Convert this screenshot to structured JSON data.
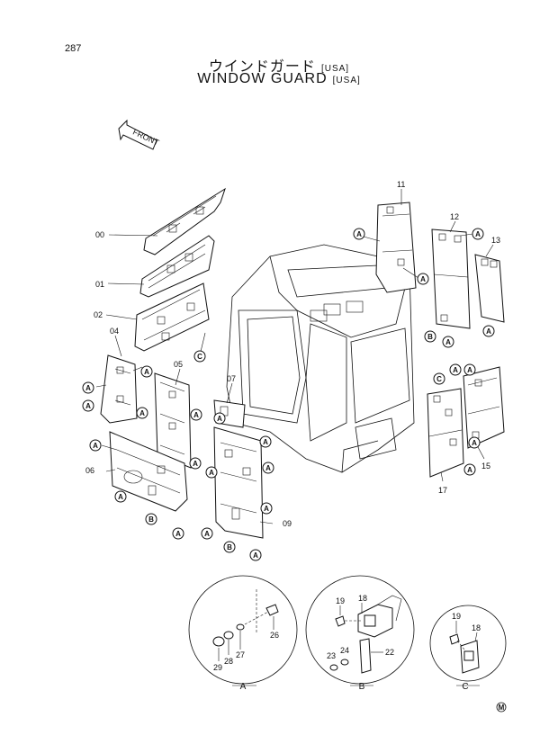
{
  "page_number": "287",
  "title_jp": "ウインドガード",
  "title_en": "WINDOW  GUARD",
  "region_tag": "[USA]",
  "front_label": "FRONT",
  "part_numbers": {
    "p00": "00",
    "p01": "01",
    "p02": "02",
    "p04": "04",
    "p05": "05",
    "p06": "06",
    "p07": "07",
    "p09": "09",
    "p11": "11",
    "p12": "12",
    "p13": "13",
    "p15": "15",
    "p17": "17",
    "p18a": "18",
    "p18b": "18",
    "p19a": "19",
    "p19b": "19",
    "p22": "22",
    "p23": "23",
    "p24": "24",
    "p26": "26",
    "p27": "27",
    "p28": "28",
    "p29": "29"
  },
  "callouts": {
    "a": "A",
    "b": "B",
    "c": "C"
  },
  "detail_labels": {
    "a": "A",
    "b": "B",
    "c": "C"
  },
  "mark": "M"
}
